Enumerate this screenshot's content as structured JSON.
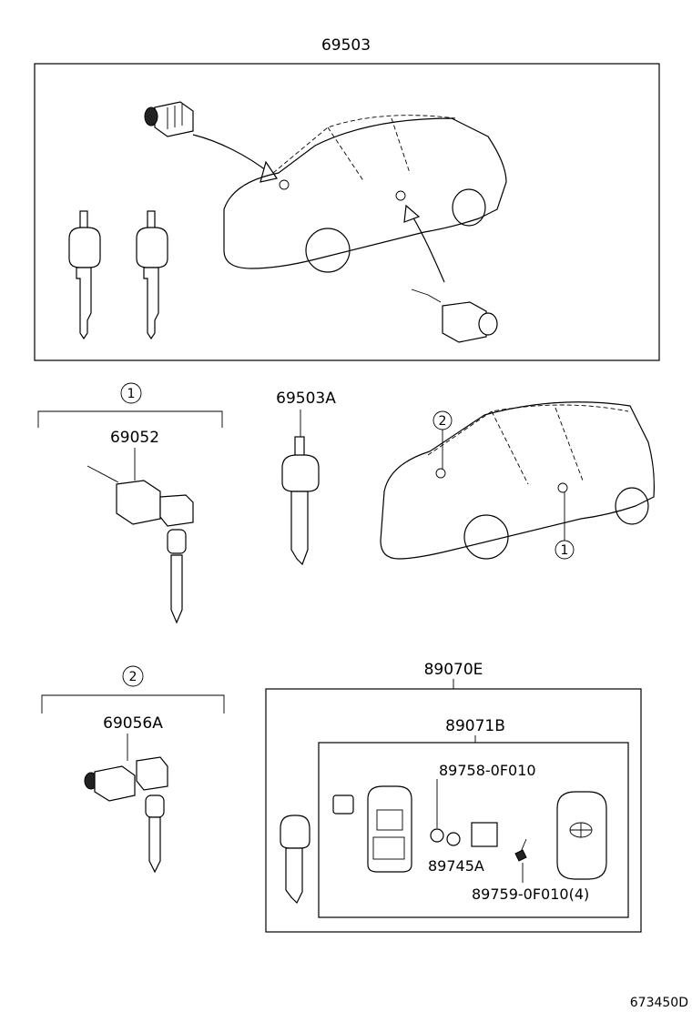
{
  "labels": {
    "top_assembly": "69503",
    "key_set_1": "69052",
    "key_blank": "69503A",
    "lock_set_2": "69056A",
    "transmitter_assy": "89070E",
    "transmitter_sub": "89071B",
    "part_a": "89758-0F010",
    "part_b": "89745A",
    "part_c": "89759-0F010(4)",
    "diagram_id": "673450D"
  },
  "callouts": {
    "c1": "1",
    "c2": "2"
  }
}
